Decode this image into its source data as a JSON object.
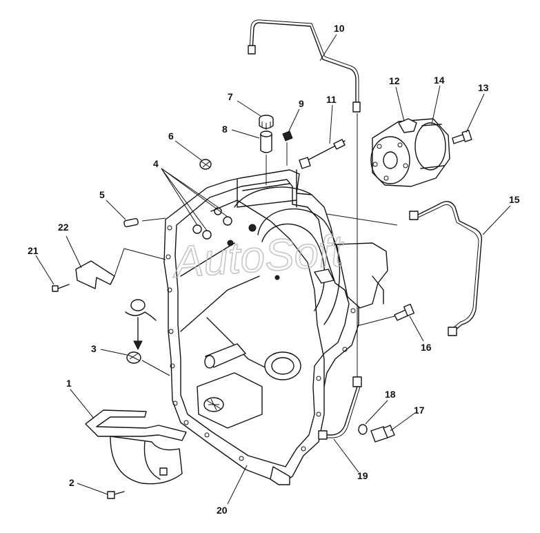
{
  "watermark": {
    "text": "AutoSoft"
  },
  "callouts": {
    "c1": "1",
    "c2": "2",
    "c3": "3",
    "c4": "4",
    "c5": "5",
    "c6": "6",
    "c7": "7",
    "c8": "8",
    "c9": "9",
    "c10": "10",
    "c11": "11",
    "c12": "12",
    "c13": "13",
    "c14": "14",
    "c15": "15",
    "c16": "16",
    "c17": "17",
    "c18": "18",
    "c19": "19",
    "c20": "20",
    "c21": "21",
    "c22": "22"
  },
  "colors": {
    "line": "#111111",
    "watermark": "#b8b8b8",
    "background": "#ffffff"
  }
}
